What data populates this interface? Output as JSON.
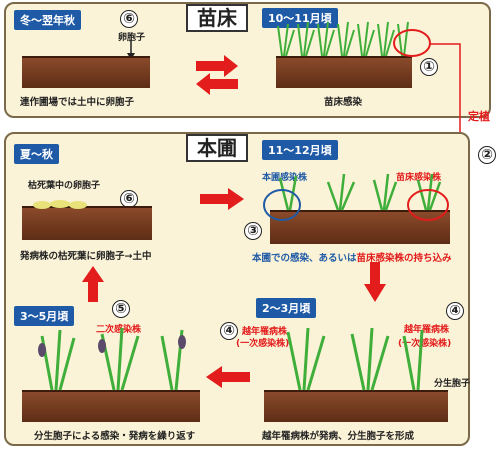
{
  "nursery": {
    "title": "苗床",
    "season_winter": "冬～翌年秋",
    "season_oct_nov": "10～11月頃",
    "spore_label": "卵胞子",
    "caption_left": "連作圃場では土中に卵胞子",
    "caption_right": "苗床感染",
    "marker_6": "⑥",
    "marker_1": "①"
  },
  "transplant": {
    "label": "定植",
    "marker_2": "②"
  },
  "field": {
    "title": "本圃",
    "season_summer": "夏～秋",
    "season_nov_dec": "11～12月頃",
    "season_feb_mar": "2～3月頃",
    "season_mar_may": "3～5月頃",
    "dead_leaf_label": "枯死葉中の卵胞子",
    "caption_dead_leaf": "発病株の枯死葉に卵胞子→土中",
    "field_infected_label": "本圃感染株",
    "nursery_infected_label": "苗床感染株",
    "caption_infection_prefix": "本圃での感染、あるいは",
    "caption_infection_red": "苗床感染株の持ち込み",
    "overwinter_label_a": "越年罹病株",
    "overwinter_label_b": "(一次感染株)",
    "overwinter_label_c": "越年罹病株",
    "overwinter_label_d": "(一次感染株)",
    "conidia_label": "分生胞子",
    "caption_overwinter": "越年罹病株が発病、分生胞子を形成",
    "secondary_label": "二次感染株",
    "caption_secondary": "分生胞子による感染・発病を繰り返す",
    "marker_3": "③",
    "marker_4a": "④",
    "marker_4b": "④",
    "marker_5": "⑤",
    "marker_6": "⑥"
  },
  "colors": {
    "arrow": "#e31c1c",
    "season_bg": "#1f5aa6",
    "soil": "#6b3419",
    "leaf": "#3fae3a",
    "section_bg": "#fbf3d7"
  }
}
